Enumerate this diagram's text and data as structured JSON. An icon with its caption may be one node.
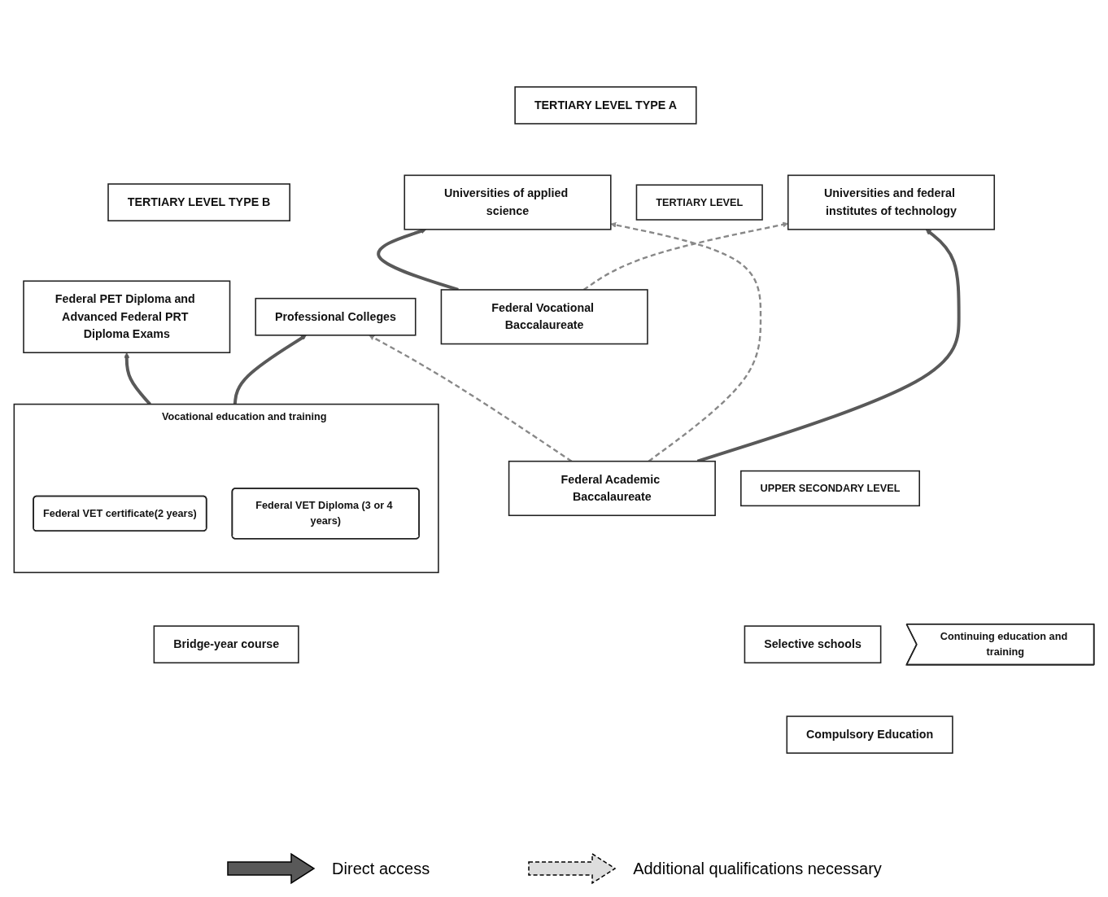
{
  "diagram": {
    "nodes": [
      {
        "text": [
          "TERTIARY LEVEL TYPE B"
        ]
      },
      {
        "text": [
          "TERTIARY LEVEL TYPE A"
        ]
      },
      {
        "text": [
          "Federal PET Diploma and Advanced Federal PRT Diploma Exams"
        ]
      },
      {
        "text": [
          "Professional Colleges"
        ]
      },
      {
        "text": [
          "Universities of applied science"
        ]
      },
      {
        "text": [
          "Universities and federal institutes of technology"
        ]
      },
      {
        "text": [
          "TERTIARY LEVEL"
        ]
      },
      {
        "text": [
          "Continuing education and training"
        ]
      },
      {
        "text": [
          "Federal Vocational Baccalaureate"
        ]
      },
      {
        "text": [
          "Federal Academic Baccalaureate"
        ]
      },
      {
        "text": [
          "Vocational education and training"
        ]
      },
      {
        "text": [
          "Federal VET certificate(2 years)"
        ],
        "in": 10
      },
      {
        "text": [
          "Federal VET Diploma (3 or 4 years)"
        ],
        "in": 10
      },
      {
        "text": [
          "Selective schools"
        ]
      },
      {
        "text": [
          "UPPER SECONDARY LEVEL"
        ]
      },
      {
        "text": [
          "Bridge-year course"
        ]
      },
      {
        "text": [
          "Compulsory Education"
        ]
      }
    ],
    "edges": [
      {
        "from": 10,
        "to": 2,
        "arrow": "to"
      },
      {
        "from": 10,
        "to": 3,
        "arrow": "to"
      },
      {
        "from": 9,
        "to": 3,
        "arrow": "to",
        "style": "dashed"
      },
      {
        "from": 8,
        "to": 4,
        "arrow": "to"
      },
      {
        "from": 9,
        "to": 4,
        "arrow": "to",
        "style": "dashed"
      },
      {
        "from": 8,
        "to": 5,
        "arrow": "to",
        "style": "dashed"
      },
      {
        "from": 9,
        "to": 5,
        "arrow": "to"
      }
    ],
    "legend": [
      {
        "text": "Direct access"
      },
      {
        "text": "Additional qualifications necessary"
      }
    ]
  }
}
